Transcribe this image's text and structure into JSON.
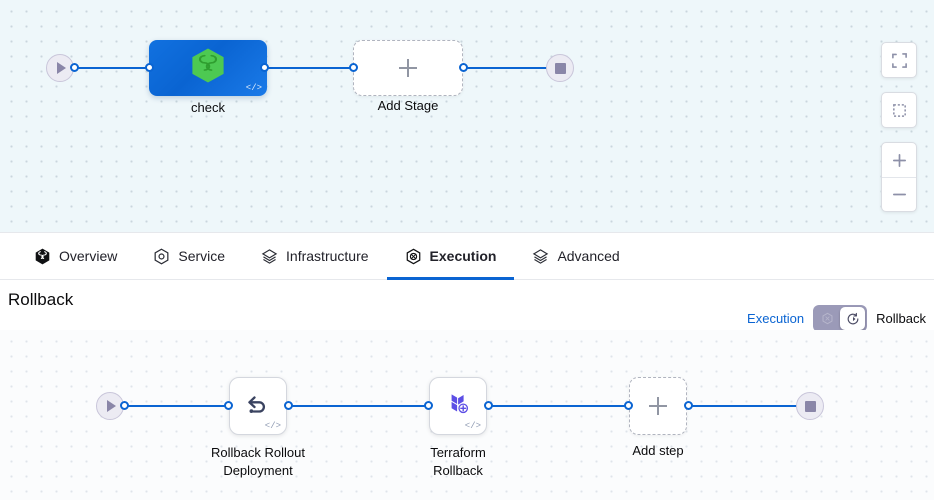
{
  "pipeline_top": {
    "start_node": {
      "name": "start-node",
      "icon": "play-icon"
    },
    "end_node": {
      "name": "end-node",
      "icon": "stop-icon"
    },
    "stages": [
      {
        "label": "check",
        "icon": "harness-hexagon-icon",
        "badge": "</>"
      }
    ],
    "add_stage": {
      "label": "Add Stage",
      "icon": "plus-icon"
    }
  },
  "zoom_toolbar": {
    "fit_label": "fit-screen",
    "select_label": "area-select",
    "zoom_in_label": "+",
    "zoom_out_label": "−"
  },
  "tabs": [
    {
      "label": "Overview",
      "icon": "harness-hexagon-icon",
      "active": false
    },
    {
      "label": "Service",
      "icon": "service-hexagon-icon",
      "active": false
    },
    {
      "label": "Infrastructure",
      "icon": "layers-icon",
      "active": false
    },
    {
      "label": "Execution",
      "icon": "execution-icon",
      "active": true
    },
    {
      "label": "Advanced",
      "icon": "layers-icon",
      "active": false
    }
  ],
  "section": {
    "title": "Rollback",
    "mode_left_label": "Execution",
    "mode_right_label": "Rollback",
    "toggle_state": "rollback"
  },
  "pipeline_bottom": {
    "start_node": {
      "name": "start-node",
      "icon": "play-icon"
    },
    "end_node": {
      "name": "end-node",
      "icon": "stop-icon"
    },
    "steps": [
      {
        "label": "Rollback Rollout\nDeployment",
        "icon": "rollback-arrow-icon",
        "badge": "</>"
      },
      {
        "label": "Terraform\nRollback",
        "icon": "terraform-rollback-icon",
        "badge": "</>"
      }
    ],
    "add_step": {
      "label": "Add step",
      "icon": "plus-icon"
    }
  },
  "colors": {
    "accent": "#0a64d2",
    "canvas_top_bg": "#eef7fa",
    "canvas_bottom_bg": "#fbfcfd",
    "stage_blue": "#0a64d2",
    "harness_green": "#4dc952",
    "terraform_purple": "#5c4ee5",
    "terminal_fill": "#ecebf3"
  }
}
